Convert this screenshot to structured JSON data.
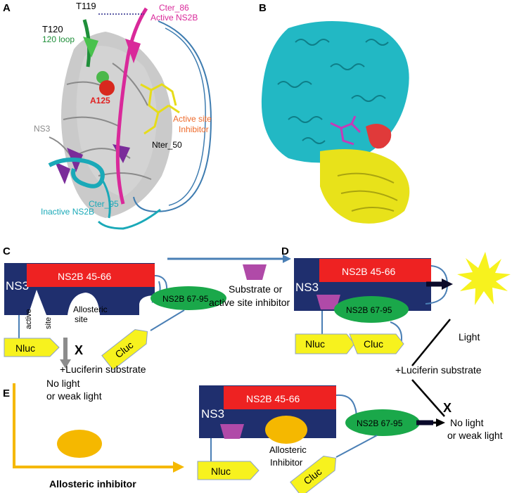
{
  "panels": {
    "a": "A",
    "b": "B",
    "c": "C",
    "d": "D",
    "e": "E"
  },
  "structure_a": {
    "t119": "T119",
    "t120": "T120",
    "loop120": "120 loop",
    "cter86": "Cter_86",
    "active_ns2b": "Active NS2B",
    "a125": "A125",
    "ns3": "NS3",
    "active_site": "Active site",
    "inhibitor": "Inhibitor",
    "nter50": "Nter_50",
    "cter95": "Cter_95",
    "inactive_ns2b": "Inactive NS2B"
  },
  "panel_c": {
    "ns3": "NS3",
    "ns2b_45_66": "NS2B 45-66",
    "ns2b_67_95": "NS2B 67-95",
    "active": "active",
    "site": "site",
    "allosteric1": "Allosteric",
    "allosteric2": "site",
    "nluc": "Nluc",
    "cluc": "Cluc",
    "x_mark": "X",
    "luciferin": "+Luciferin substrate",
    "nolight1": "No light",
    "nolight2": "or weak light"
  },
  "panel_d": {
    "ns3": "NS3",
    "ns2b_45_66": "NS2B 45-66",
    "ns2b_67_95": "NS2B 67-95",
    "substrate1": "Substrate or",
    "substrate2": "active site inhibitor",
    "nluc": "Nluc",
    "cluc": "Cluc",
    "light": "Light",
    "luciferin": "+Luciferin substrate",
    "x_mark": "X",
    "nolight1": "No light",
    "nolight2": "or weak light"
  },
  "panel_e": {
    "allosteric_inhibitor": "Allosteric inhibitor",
    "ns3": "NS3",
    "ns2b_45_66": "NS2B 45-66",
    "ns2b_67_95": "NS2B 67-95",
    "allo1": "Allosteric",
    "allo2": "Inhibitor",
    "nluc": "Nluc",
    "cluc": "Cluc"
  },
  "colors": {
    "ns3": "#1f2f6e",
    "ns2b_red": "#ee2222",
    "ns2b_green": "#1aa84a",
    "luc_yellow": "#f7f21e",
    "substrate": "#b04aa8",
    "allosteric": "#f5b800",
    "linker": "#4a7fb5",
    "cyan": "#22b8c4",
    "magenta": "#d9299a",
    "green120": "#1f8f3a",
    "orange": "#ee6a2a"
  }
}
